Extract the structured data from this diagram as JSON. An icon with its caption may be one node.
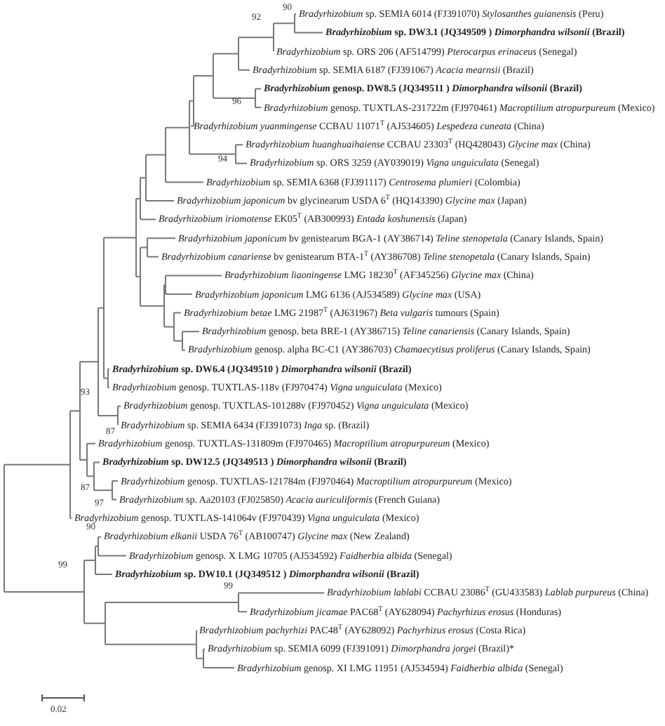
{
  "diagram": {
    "labels": [
      "90",
      "*Bradyrhizobium* sp. SEMIA 6014 (FJ391070) *Stylosanthes guianensis* (Peru)",
      "92",
      "*Bradyrhizobium* sp. DW3.1 (JQ349509 ) *Dimorphandra wilsonii* (Brazil)",
      "*Bradyrhizobium* sp. ORS 206 (AF514799) *Pterocarpus erinaceus* (Senegal)",
      "*Bradyrhizobium* sp. SEMIA 6187 (FJ391067) *Acacia mearnsii* (Brazil)",
      "*Bradyrhizobium* genosp. DW8.5 (JQ349511 ) *Dimorphandra wilsonii* (Brazil)",
      "96",
      "*Bradyrhizobium* genosp. TUXTLAS-231722m (FJ970461) *Macroptilium atropurpureum* (Mexico)",
      "*Bradyrhizobium yuanmingense* CCBAU 11071$^{T}$ (AJ534605) *Lespedeza cuneata* (China)",
      "*Bradyrhizobium huanghuaihaiense* CCBAU 23303$^{T}$ (HQ428043) *Glycine max* (China)",
      "94",
      "*Bradyrhizobium* sp. ORS 3259 (AY039019) *Vigna unguiculata* (Senegal)",
      "*Bradyrhizobium* sp. SEMIA 6368 (FJ391117) *Centrosema plumieri* (Colombia)",
      "*Bradyrhizobium japonicum* bv glycinearum USDA 6$^{T}$ (HQ143390) *Glycine max* (Japan)",
      "*Bradyrhizobium iriomotense* EK05$^{T}$ (AB300993) *Entada koshunensis* (Japan)",
      "*Bradyrhizobium japonicum* bv genistearum BGA-1 (AY386714) *Teline stenopetala* (Canary Islands, Spain)",
      "*Bradyrhizobium canariense* bv genistearum BTA-1$^{T}$ (AY386708) *Teline stenopetala* (Canary Islands, Spain)",
      "*Bradyrhizobium liaoningense* LMG 18230$^{T}$ (AF345256) *Glycine max* (China)",
      "*Bradyrhizobium japonicum* LMG 6136 (AJ534589) *Glycine max* (USA)",
      "*Bradyrhizobium betae* LMG 21987$^{T}$ (AJ631967) *Beta vulgaris* tumours (Spain)",
      "*Bradyrhizobium* genosp. beta BRE-1 (AY386715) *Teline canariensis* (Canary Islands, Spain)",
      "*Bradyrhizobium* genosp. alpha BC-C1 (AY386703) *Chamaecytisus proliferus* (Canary Islands, Spain)",
      "*Bradyrhizobium* sp. DW6.4 (JQ349510 ) *Dimorphandra wilsonii* (Brazil)",
      "93",
      "*Bradyrhizobium* genosp. TUXTLAS-118v (FJ970474) *Vigna unguiculata* (Mexico)",
      "*Bradyrhizobium* genosp. TUXTLAS-101288v (FJ970452) *Vigna unguiculata* (Mexico)",
      "87",
      "*Bradyrhizobium* sp. SEMIA 6434 (FJ391073) *Inga* sp. (Brazil)",
      "*Bradyrhizobium* genosp. TUXTLAS-131809m (FJ970465) *Macroptilium atropurpureum* (Mexico)",
      "*Bradyrhizobium* sp. DW12.5 (JQ349513 ) *Dimorphandra wilsonii* (Brazil)",
      "87",
      "*Bradyrhizobium* genosp. TUXTLAS-121784m (FJ970464) *Macroptilium atropurpureum* (Mexico)",
      "97",
      "*Bradyrhizobium* sp. Aa20103 (FJ025850) *Acacia auriculiformis* (French Guiana)",
      "*Bradyrhizobium* genosp. TUXTLAS-141064v (FJ970439) *Vigna unguiculata* (Mexico)",
      "90",
      "*Bradyrhizobium elkanii* USDA 76$^{T}$ (AB100747) *Glycine max* (New Zealand)",
      "*Bradyrhizobium* genosp. X LMG 10705 (AJ534592) *Faidherbia albida* (Senegal)",
      "99",
      "*Bradyrhizobium* sp. DW10.1 (JQ349512 ) *Dimorphandra wilsonii* (Brazil)",
      "99",
      "*Bradyrhizobium lablabi* CCBAU 23086$^{T}$ (GU433583) *Lablab purpureus* (China)",
      "*Bradyrhizobium jicamae* PAC68$^{T}$ (AY628094) *Pachyrhizus erosus* (Honduras)",
      "*Bradyrhizobium pachyrhizi* PAC48$^{T}$ (AY628092) *Pachyrhizus erosus* (Costa Rica)",
      "*Bradyrhizobium* sp. SEMIA 6099 (FJ391091) *Dimorphandra jorgei* (Brazil)*",
      "*Bradyrhizobium* genosp. XI LMG 11951 (AJ534594) *Faidherbia albida* (Senegal)",
      "0.02"
    ]
  }
}
